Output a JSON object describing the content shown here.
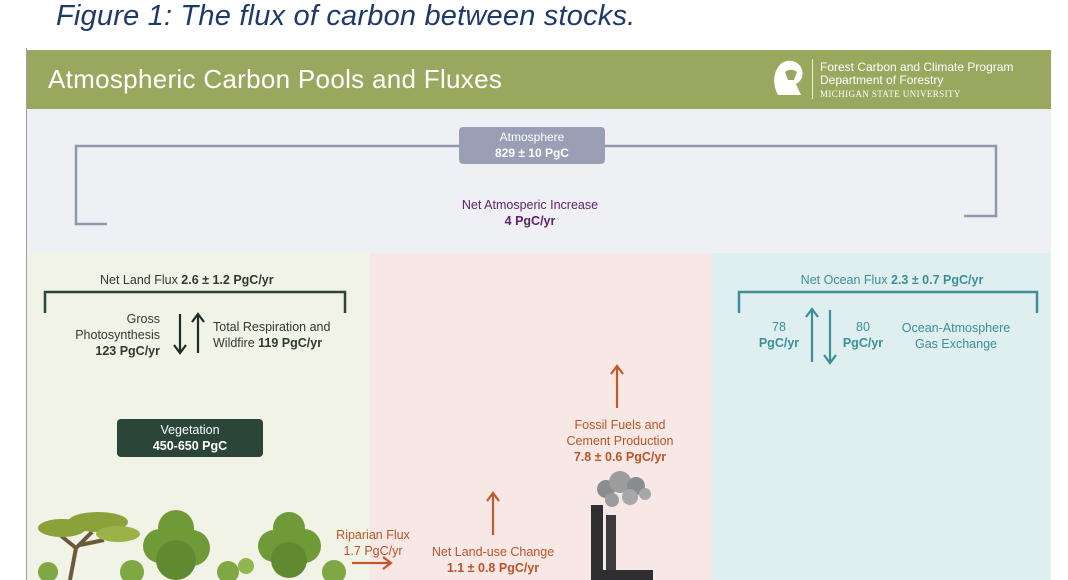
{
  "caption": "Figure 1: The flux of carbon between stocks.",
  "banner": {
    "title": "Atmospheric Carbon Pools and Fluxes",
    "logo_lines": [
      "Forest Carbon and Climate Program",
      "Department of Forestry",
      "MICHIGAN STATE UNIVERSITY"
    ]
  },
  "atmosphere": {
    "label": "Atmosphere",
    "value": "829 ± 10 PgC",
    "net_increase_label": "Net Atmosperic Increase",
    "net_increase_value": "4 PgC/yr"
  },
  "land": {
    "net_flux_label": "Net Land Flux ",
    "net_flux_value": "2.6 ± 1.2 PgC/yr",
    "gross_line1": "Gross",
    "gross_line2": "Photosynthesis",
    "gross_line3": "123 PgC/yr",
    "resp_line1": "Total Respiration and",
    "resp_line2_a": "Wildfire ",
    "resp_line2_b": "119 PgC/yr",
    "vegetation_label": "Vegetation",
    "vegetation_value": "450-650 PgC",
    "riparian_label": "Riparian Flux",
    "riparian_value": "1.7 PgC/yr"
  },
  "human": {
    "fossil_line1": "Fossil Fuels and",
    "fossil_line2": "Cement Production",
    "fossil_value": "7.8 ± 0.6 PgC/yr",
    "landuse_label": "Net Land-use Change",
    "landuse_value": "1.1 ± 0.8 PgC/yr"
  },
  "ocean": {
    "net_flux_label": "Net Ocean Flux ",
    "net_flux_value": "2.3 ± 0.7 PgC/yr",
    "up_value": "78",
    "up_unit": "PgC/yr",
    "down_value": "80",
    "down_unit": "PgC/yr",
    "exchange_line1": "Ocean-Atmosphere",
    "exchange_line2": "Gas Exchange"
  },
  "colors": {
    "banner": "#9aa85f",
    "atmosphere_box": "#99a0b6",
    "vegetation_box": "#2b4538",
    "ocean_text": "#3c8f96",
    "human_arrow": "#c4572c"
  }
}
